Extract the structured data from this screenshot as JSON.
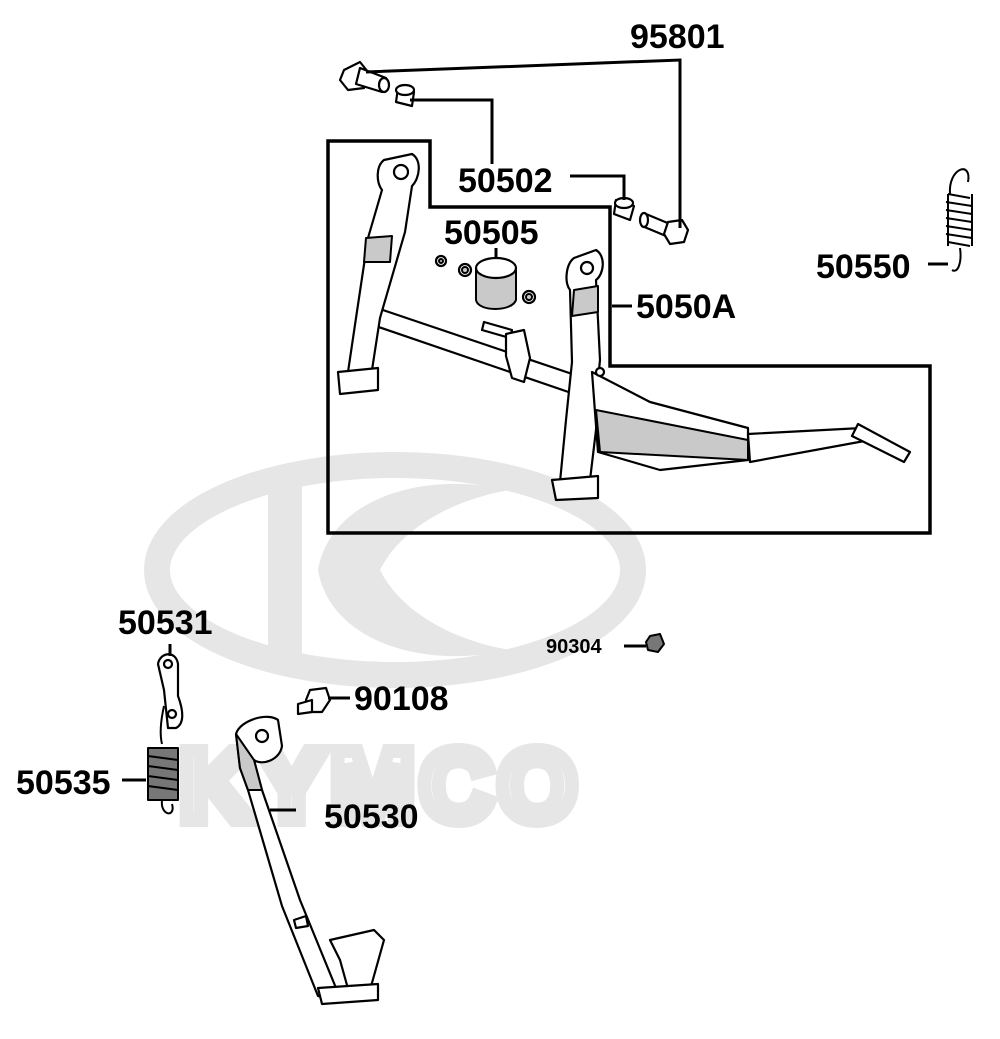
{
  "watermark": {
    "brand_text": "KYMCO",
    "logo_name": "kymco-logo",
    "color": "#e6e6e6"
  },
  "parts": {
    "p95801": "95801",
    "p50502": "50502",
    "p50505": "50505",
    "p5050A": "5050A",
    "p50550": "50550",
    "p50531": "50531",
    "p90304": "90304",
    "p90108": "90108",
    "p50535": "50535",
    "p50530": "50530"
  }
}
